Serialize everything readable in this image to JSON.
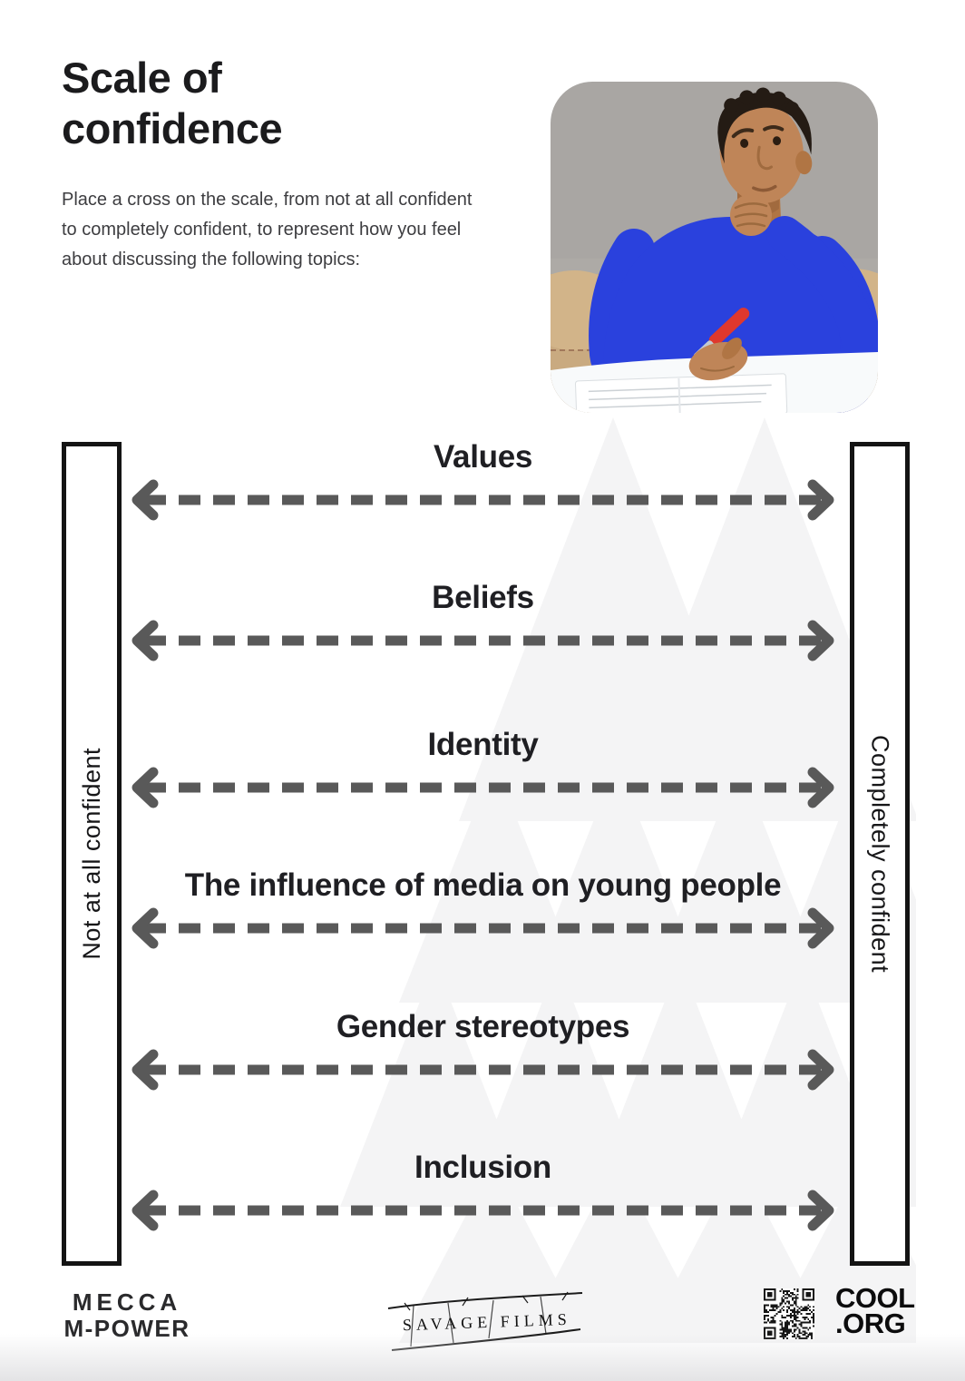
{
  "header": {
    "title": "Scale of confidence",
    "instructions": "Place a cross on the scale, from not at all confident to completely confident, to represent how you feel about discussing the following topics:"
  },
  "photo": {
    "alt": "Student in a blue jumper at a desk, hand on chin, looking up thoughtfully while writing in a notebook with a red pen"
  },
  "scale": {
    "left_label": "Not at all confident",
    "right_label": "Completely confident",
    "topics": [
      {
        "label": "Values"
      },
      {
        "label": "Beliefs"
      },
      {
        "label": "Identity"
      },
      {
        "label": "The influence of media on young people"
      },
      {
        "label": "Gender stereotypes"
      },
      {
        "label": "Inclusion"
      }
    ]
  },
  "footer": {
    "mecca_logo": {
      "line1": "MECCA",
      "line2": "M-POWER"
    },
    "savage_films_logo": "SAVAGE FILMS",
    "cool_org_logo": {
      "line1": "COOL",
      "line2": ".ORG"
    }
  },
  "colors": {
    "arrow_gray": "#595959",
    "text_dark": "#1f1f23",
    "watermark_gray": "#f4f4f5",
    "shirt_blue": "#2a41dd",
    "pen_red": "#df382d",
    "couch_tan": "#c9aa80",
    "wall_gray": "#a9a6a3"
  }
}
